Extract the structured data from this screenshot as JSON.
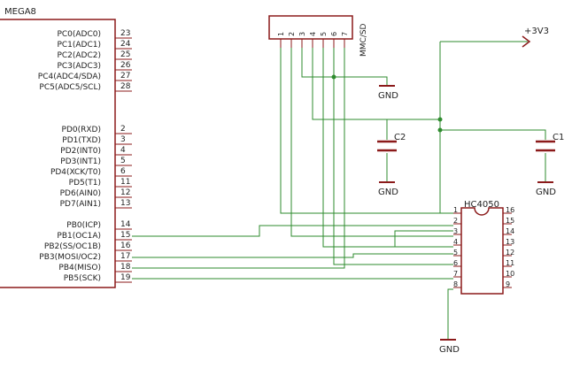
{
  "colors": {
    "outline": "#8b1a1a",
    "wire": "#2e8b2e",
    "text": "#222222",
    "background": "#ffffff"
  },
  "mega8": {
    "title": "MEGA8",
    "pins": [
      {
        "name": "PC0(ADC0)",
        "num": "23"
      },
      {
        "name": "PC1(ADC1)",
        "num": "24"
      },
      {
        "name": "PC2(ADC2)",
        "num": "25"
      },
      {
        "name": "PC3(ADC3)",
        "num": "26"
      },
      {
        "name": "PC4(ADC4/SDA)",
        "num": "27"
      },
      {
        "name": "PC5(ADC5/SCL)",
        "num": "28"
      },
      {
        "name": "PD0(RXD)",
        "num": "2"
      },
      {
        "name": "PD1(TXD)",
        "num": "3"
      },
      {
        "name": "PD2(INT0)",
        "num": "4"
      },
      {
        "name": "PD3(INT1)",
        "num": "5"
      },
      {
        "name": "PD4(XCK/T0)",
        "num": "6"
      },
      {
        "name": "PD5(T1)",
        "num": "11"
      },
      {
        "name": "PD6(AIN0)",
        "num": "12"
      },
      {
        "name": "PD7(AIN1)",
        "num": "13"
      },
      {
        "name": "PB0(ICP)",
        "num": "14"
      },
      {
        "name": "PB1(OC1A)",
        "num": "15"
      },
      {
        "name": "PB2(SS/OC1B)",
        "num": "16"
      },
      {
        "name": "PB3(MOSI/OC2)",
        "num": "17"
      },
      {
        "name": "PB4(MISO)",
        "num": "18"
      },
      {
        "name": "PB5(SCK)",
        "num": "19"
      }
    ]
  },
  "mmc": {
    "label": "MMC/SD",
    "pins": [
      "1",
      "2",
      "3",
      "4",
      "5",
      "6",
      "7"
    ]
  },
  "hc4050": {
    "label": "HC4050",
    "left_pins": [
      "1",
      "2",
      "3",
      "4",
      "5",
      "6",
      "7",
      "8"
    ],
    "right_pins": [
      "16",
      "15",
      "14",
      "13",
      "12",
      "11",
      "10",
      "9"
    ]
  },
  "power": {
    "supply_label": "+3V3",
    "gnd_label": "GND"
  },
  "capacitors": {
    "c1": "C1",
    "c2": "C2"
  }
}
